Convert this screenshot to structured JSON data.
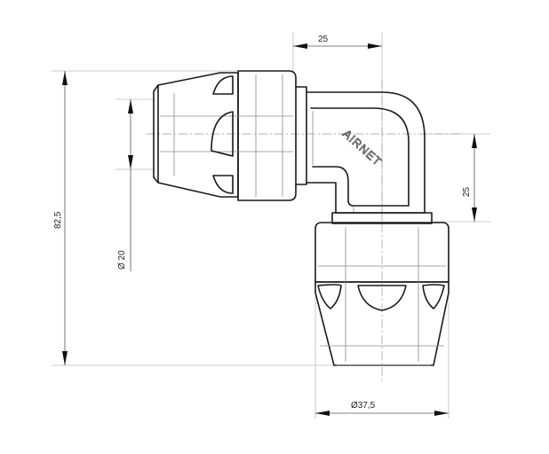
{
  "dimensions": {
    "top_width": "25",
    "overall_height": "82,5",
    "pipe_diameter": "Ø 20",
    "right_offset": "25",
    "body_diameter": "Ø37,5"
  },
  "brand_logo_text": "AIRNET",
  "colors": {
    "outline": "#1a1a1a",
    "dimension": "#555555",
    "extension": "#bdbdbd",
    "background": "#ffffff"
  }
}
